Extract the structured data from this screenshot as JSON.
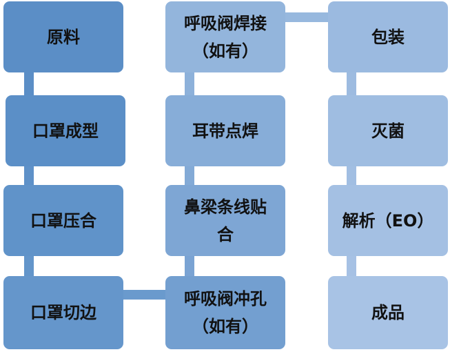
{
  "steps": {
    "raw_material": "原料",
    "mask_forming": "口罩成型",
    "mask_pressing": "口罩压合",
    "mask_cutting": "口罩切边",
    "valve_punching": "呼吸阀冲孔\n（如有）",
    "nose_strip_attach": "鼻梁条线贴\n合",
    "ear_loop_welding": "耳带点焊",
    "valve_welding": "呼吸阀焊接\n（如有）",
    "packaging": "包装",
    "sterilization": "灭菌",
    "eo_analysis": "解析（EO）",
    "finished_product": "成品"
  }
}
